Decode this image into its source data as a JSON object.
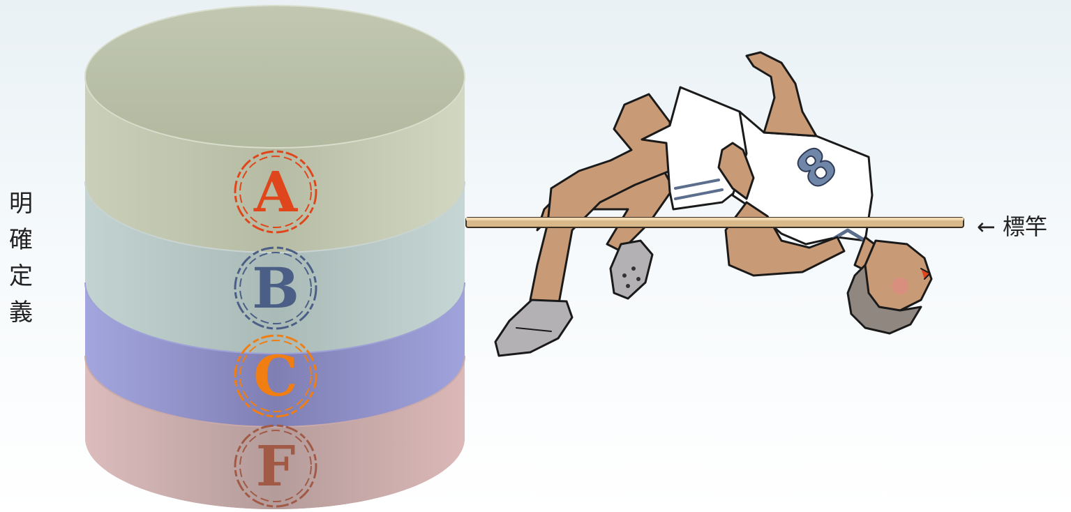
{
  "left_label": [
    "明",
    "確",
    "定",
    "義"
  ],
  "bar_label": "← 標竿",
  "tiers": [
    {
      "grade": "A",
      "color": "#e0461c",
      "fill": "#bdc4ad"
    },
    {
      "grade": "B",
      "color": "#4b5f86",
      "fill": "#b3c6c3"
    },
    {
      "grade": "C",
      "color": "#f07e12",
      "fill": "#8c8fc4"
    },
    {
      "grade": "F",
      "color": "#a15a45",
      "fill": "#d2aeac"
    }
  ],
  "jersey_number": "8"
}
